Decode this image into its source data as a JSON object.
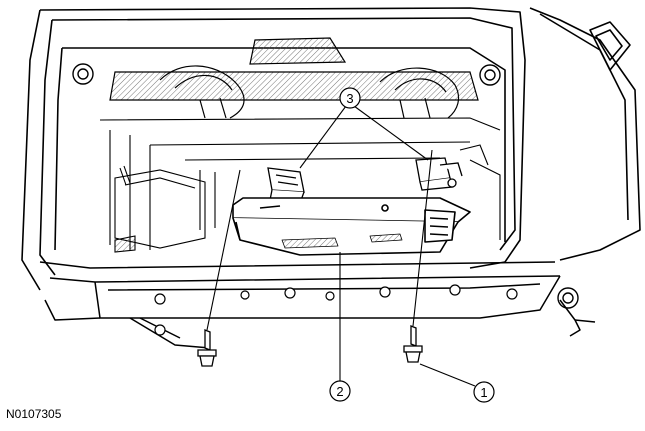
{
  "callouts": [
    {
      "number": "1",
      "refers_to": "screw"
    },
    {
      "number": "2",
      "refers_to": "module"
    },
    {
      "number": "3",
      "refers_to": "electrical-connector"
    }
  ],
  "reference_id": "N0107305"
}
